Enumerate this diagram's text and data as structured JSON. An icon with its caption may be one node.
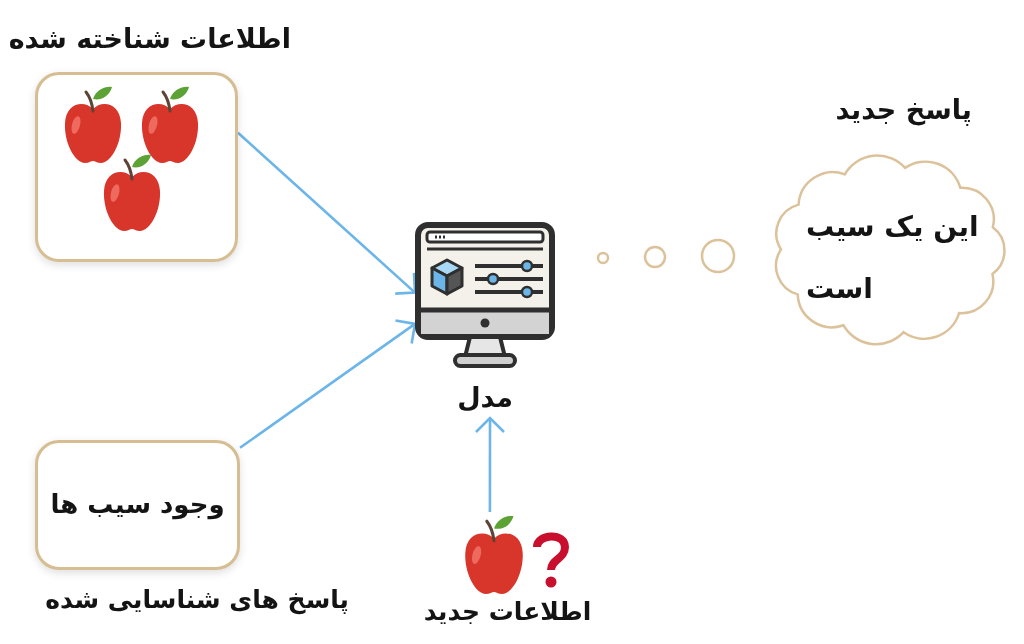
{
  "diagram": {
    "nodes": [
      {
        "text": [
          "اطلاعات شناخته شده"
        ]
      },
      {
        "text": [
          "وجود سیب ها",
          "پاسخ های شناسایی شده"
        ]
      },
      {
        "text": [
          "مدل"
        ]
      },
      {
        "text": [
          "اطلاعات جدید"
        ]
      },
      {
        "text": [
          "پاسخ جدید",
          "این یک سیب است"
        ]
      }
    ],
    "edges": [
      {
        "from": 0,
        "to": 2,
        "arrow": "to"
      },
      {
        "from": 1,
        "to": 2,
        "arrow": "to"
      },
      {
        "from": 3,
        "to": 2,
        "arrow": "to"
      }
    ]
  }
}
